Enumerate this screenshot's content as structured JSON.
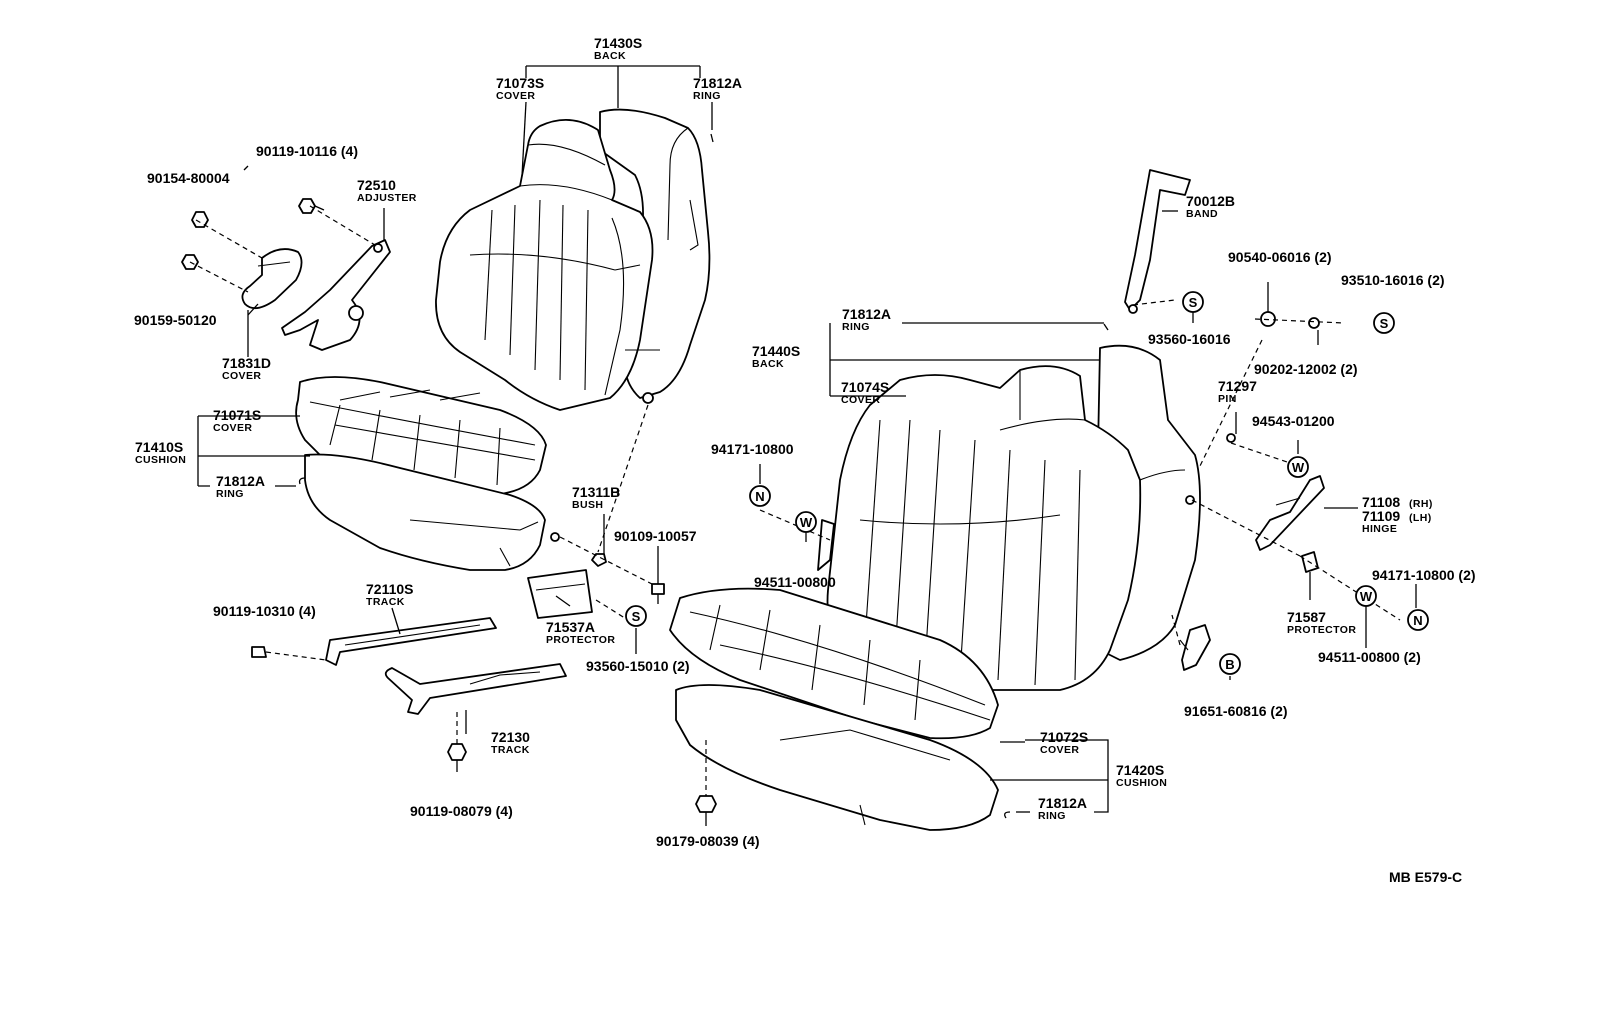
{
  "diagram_code": "MB E579-C",
  "parts": {
    "back_front": {
      "number": "71430S",
      "name": "BACK"
    },
    "cover_back_front": {
      "number": "71073S",
      "name": "COVER"
    },
    "ring_back_front": {
      "number": "71812A",
      "name": "RING"
    },
    "bolt_adjuster": {
      "number": "90119-10116 (4)"
    },
    "nut_cover": {
      "number": "90154-80004"
    },
    "adjuster": {
      "number": "72510",
      "name": "ADJUSTER"
    },
    "screw_cover": {
      "number": "90159-50120"
    },
    "adjuster_cover": {
      "number": "71831D",
      "name": "COVER"
    },
    "cover_cushion_front": {
      "number": "71071S",
      "name": "COVER"
    },
    "cushion_front": {
      "number": "71410S",
      "name": "CUSHION"
    },
    "ring_cushion_front": {
      "number": "71812A",
      "name": "RING"
    },
    "bush": {
      "number": "71311B",
      "name": "BUSH"
    },
    "bolt_bush": {
      "number": "90109-10057"
    },
    "track_upper": {
      "number": "72110S",
      "name": "TRACK"
    },
    "bolt_track": {
      "number": "90119-10310 (4)"
    },
    "protector_front": {
      "number": "71537A",
      "name": "PROTECTOR"
    },
    "screw_protector": {
      "number": "93560-15010 (2)"
    },
    "track_lower": {
      "number": "72130",
      "name": "TRACK"
    },
    "bolt_track_lower": {
      "number": "90119-08079 (4)"
    },
    "nut_rear_bracket": {
      "number": "94171-10800"
    },
    "washer_rear_bracket": {
      "number": "94511-00800"
    },
    "nut_rear_cushion": {
      "number": "90179-08039 (4)"
    },
    "ring_back_rear": {
      "number": "71812A",
      "name": "RING"
    },
    "back_rear": {
      "number": "71440S",
      "name": "BACK"
    },
    "cover_back_rear": {
      "number": "71074S",
      "name": "COVER"
    },
    "band": {
      "number": "70012B",
      "name": "BAND"
    },
    "screw_band": {
      "number": "93560-16016"
    },
    "bush_pin": {
      "number": "90540-06016 (2)"
    },
    "screw_pin": {
      "number": "93510-16016 (2)"
    },
    "washer_pin": {
      "number": "90202-12002 (2)"
    },
    "pin": {
      "number": "71297",
      "name": "PIN"
    },
    "bolt_hinge": {
      "number": "94543-01200"
    },
    "hinge_rh": {
      "number": "71108",
      "suffix": "(RH)"
    },
    "hinge_lh": {
      "number": "71109",
      "suffix": "(LH)"
    },
    "hinge_name": {
      "name": "HINGE"
    },
    "nut_hinge": {
      "number": "94171-10800 (2)"
    },
    "protector_rear": {
      "number": "71587",
      "name": "PROTECTOR"
    },
    "washer_hinge": {
      "number": "94511-00800 (2)"
    },
    "bolt_bracket": {
      "number": "91651-60816 (2)"
    },
    "cover_cushion_rear": {
      "number": "71072S",
      "name": "COVER"
    },
    "cushion_rear": {
      "number": "71420S",
      "name": "CUSHION"
    },
    "ring_cushion_rear": {
      "number": "71812A",
      "name": "RING"
    }
  },
  "symbols": {
    "screw": "S",
    "nut": "N",
    "washer": "W",
    "bolt": "B"
  }
}
